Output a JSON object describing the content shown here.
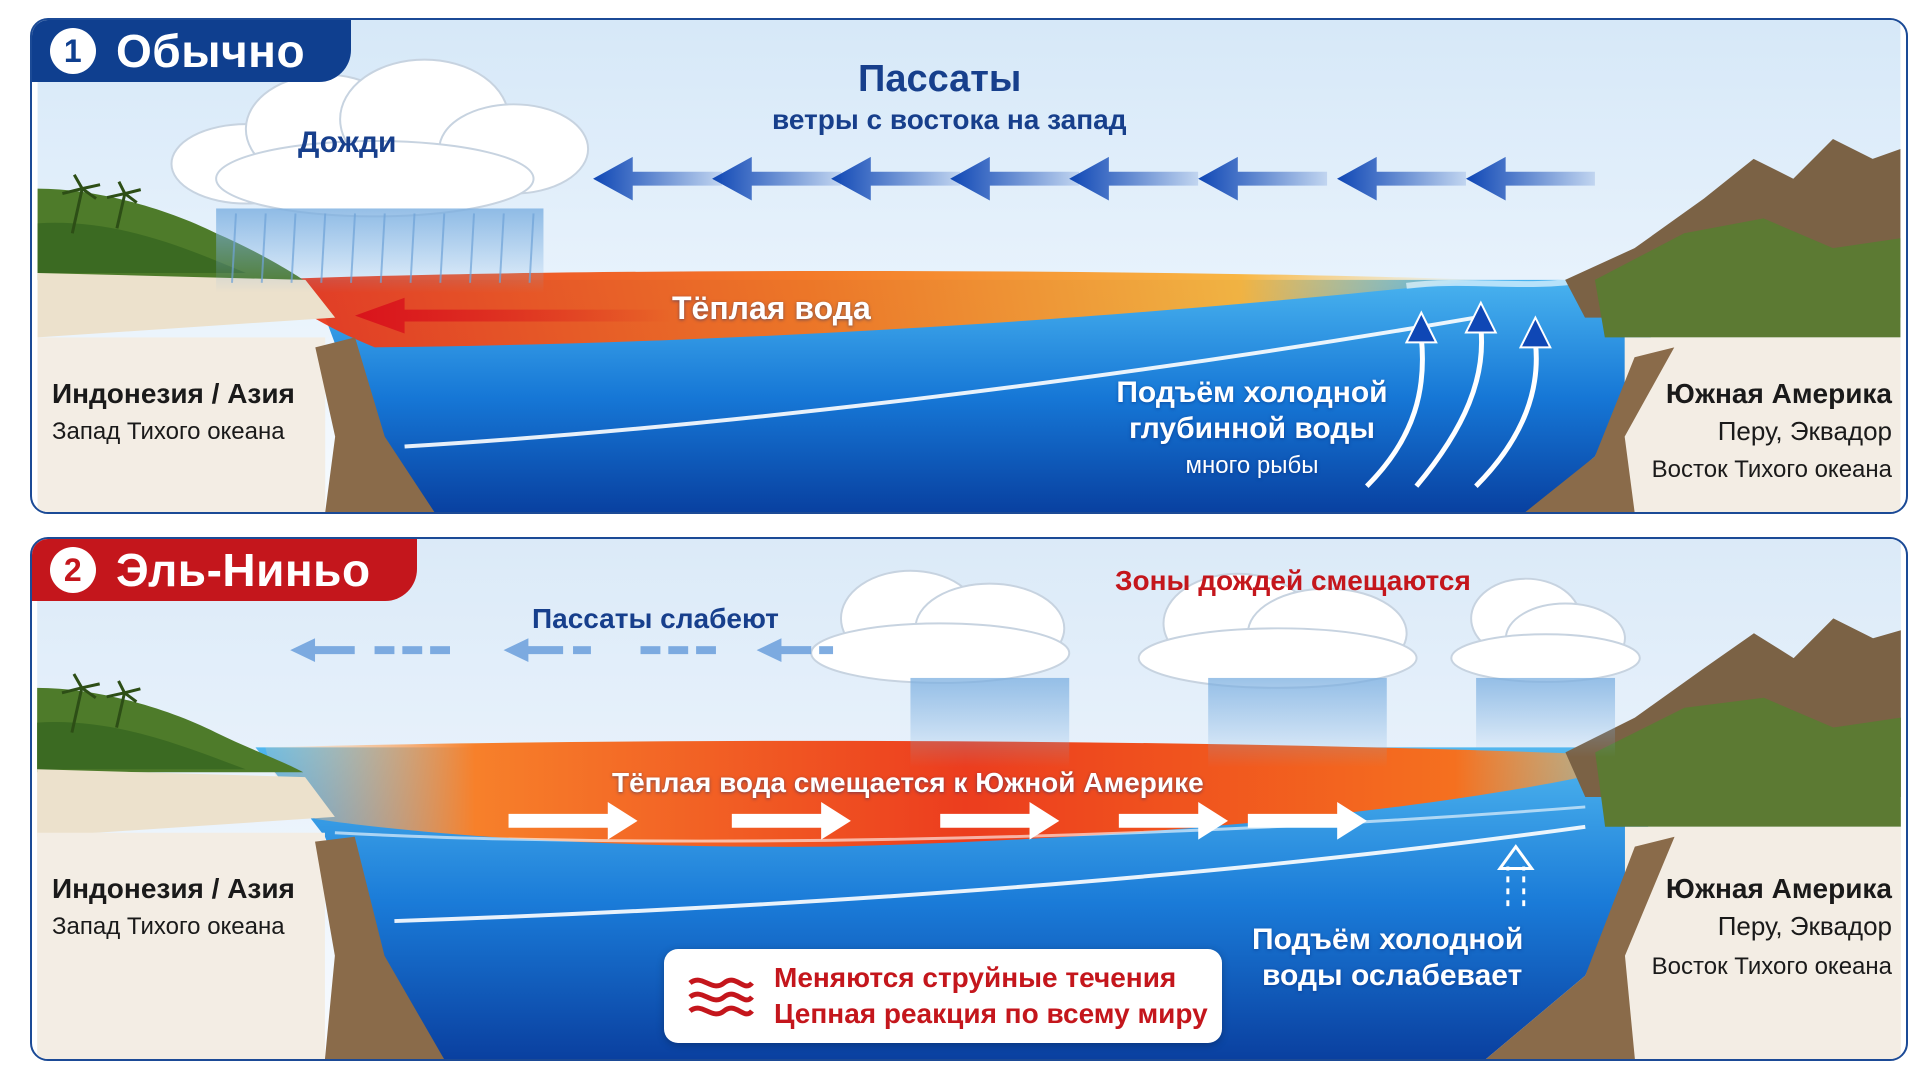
{
  "colors": {
    "normal_accent": "#0f3f8f",
    "el_nino_accent": "#c4161c",
    "warm_water": "#f04a1e",
    "deep_water": "#0b4fb3"
  },
  "panel_normal": {
    "number": "1",
    "title": "Обычно",
    "trade_winds_title": "Пассаты",
    "trade_winds_subtitle": "ветры с востока на запад",
    "rain_label": "Дожди",
    "warm_water_label": "Тёплая вода",
    "upwelling_line1": "Подъём холодной",
    "upwelling_line2": "глубинной воды",
    "upwelling_note": "много рыбы",
    "west_name": "Индонезия / Азия",
    "west_sub": "Запад Тихого океана",
    "east_name": "Южная Америка",
    "east_sub1": "Перу, Эквадор",
    "east_sub2": "Восток Тихого океана"
  },
  "panel_el_nino": {
    "number": "2",
    "title": "Эль-Ниньо",
    "weak_winds_label": "Пассаты слабеют",
    "rain_shift_label": "Зоны дождей смещаются",
    "warm_shift_label": "Тёплая вода смещается к Южной Америке",
    "upwelling_line1": "Подъём холодной",
    "upwelling_line2": "воды ослабевает",
    "west_name": "Индонезия / Азия",
    "west_sub": "Запад Тихого океана",
    "east_name": "Южная Америка",
    "east_sub1": "Перу, Эквадор",
    "east_sub2": "Восток Тихого океана",
    "callout_line1": "Меняются струйные течения",
    "callout_line2": "Цепная реакция по всему миру",
    "callout_icon": "waves-icon"
  }
}
